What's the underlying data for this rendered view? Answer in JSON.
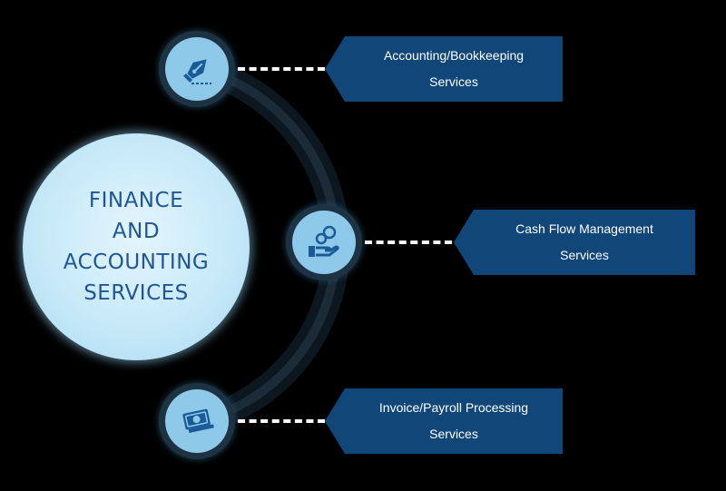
{
  "hub": {
    "title": "FINANCE\nAND\nACCOUNTING\nSERVICES"
  },
  "services": [
    {
      "label": "Accounting/Bookkeeping\nServices",
      "icon": "pen-nib-icon"
    },
    {
      "label": "Cash Flow Management\nServices",
      "icon": "hand-coins-icon"
    },
    {
      "label": "Invoice/Payroll Processing\nServices",
      "icon": "banknote-icon"
    }
  ],
  "colors": {
    "background": "#000000",
    "hub": "#c4e8f8",
    "hub_text": "#1f5596",
    "node_ring": "#1d3343",
    "node_fill": "#8ec9ea",
    "icon": "#1a5a96",
    "banner": "#104678",
    "banner_text": "#ffffff",
    "connector": "#ffffff"
  }
}
